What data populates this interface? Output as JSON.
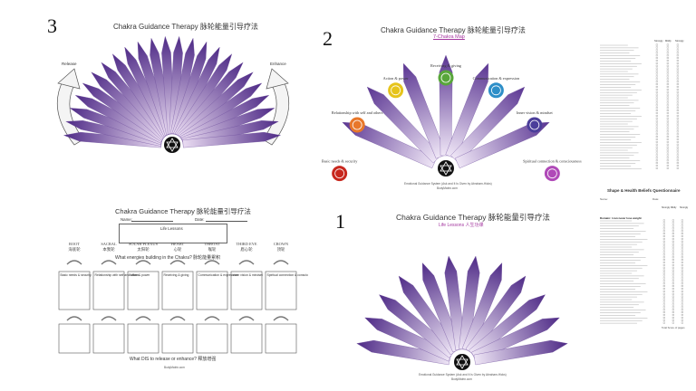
{
  "sheet3": {
    "number": "3",
    "title": "Chakra Guidance Therapy 脉轮能量引导疗法",
    "left_label": "Release",
    "right_label": "Enhance"
  },
  "sheet2": {
    "number": "2",
    "title": "Chakra Guidance Therapy 脉轮能量引导疗法",
    "subtitle": "7-Chakra Map",
    "chakras": [
      {
        "label": "Basic needs & security",
        "color": "#c8281e"
      },
      {
        "label": "Relationship with self and others",
        "color": "#e8772a"
      },
      {
        "label": "Action & power",
        "color": "#e6c41c"
      },
      {
        "label": "Receiving & giving",
        "color": "#58a63a"
      },
      {
        "label": "Communication & expression",
        "color": "#2e8fc8"
      },
      {
        "label": "Inner vision & mindset",
        "color": "#4b3e9a"
      },
      {
        "label": "Spiritual connection & consciousness",
        "color": "#b04ab8"
      }
    ],
    "footer": "Emotional Guidance System (Ask and It Is Given by Abraham-Hicks)",
    "footer2": "BodyMatrix.com"
  },
  "sheet4": {
    "title": "Chakra Guidance Therapy 脉轮能量引导疗法",
    "name_label": "Name:",
    "date_label": "Date:",
    "life_lesson": "Life Lessons",
    "columns": [
      {
        "en": "ROOT",
        "zh": "海底轮"
      },
      {
        "en": "SACRAL",
        "zh": "本我轮"
      },
      {
        "en": "SOLAR PLEXUS",
        "zh": "太阳轮"
      },
      {
        "en": "HEART",
        "zh": "心轮"
      },
      {
        "en": "THROAT",
        "zh": "喉轮"
      },
      {
        "en": "THIRD EYE",
        "zh": "眉心轮"
      },
      {
        "en": "CROWN",
        "zh": "顶轮"
      }
    ],
    "box_labels": [
      "Basic needs & security",
      "Relationship with self and others",
      "Action & power",
      "Receiving & giving",
      "Communication & expression",
      "Inner vision & mindset",
      "Spiritual connection & consciousness"
    ],
    "question_mid": "What energies building in the Chakra? 脉轮能量累积",
    "question_bottom": "What DIS to release or enhance? 释放增强",
    "footer": "Emotional Guidance System (Ask and It Is Given by Abraham-Hicks)",
    "footer2": "BodyMatrix.com"
  },
  "sheet1": {
    "number": "1",
    "title": "Chakra Guidance Therapy 脉轮能量引导疗法",
    "subtitle": "Life Lessons 人生功课",
    "footer": "Emotional Guidance System (Ask and It Is Given by Abraham-Hicks)",
    "footer2": "BodyMatrix.com"
  },
  "questionnaire_top": {
    "headers": [
      "Strongly Disagree",
      "Mildly Agree",
      "Strongly Agree"
    ]
  },
  "questionnaire_bottom": {
    "title": "Shape & Health Beliefs Questionnaire",
    "name_label": "Name:",
    "date_label": "Date:",
    "section": "Domain: I can never lose weight",
    "headers": [
      "Strongly Disagree",
      "Mildly Agree",
      "Strongly Agree"
    ],
    "footer": "Total Score of pages"
  }
}
